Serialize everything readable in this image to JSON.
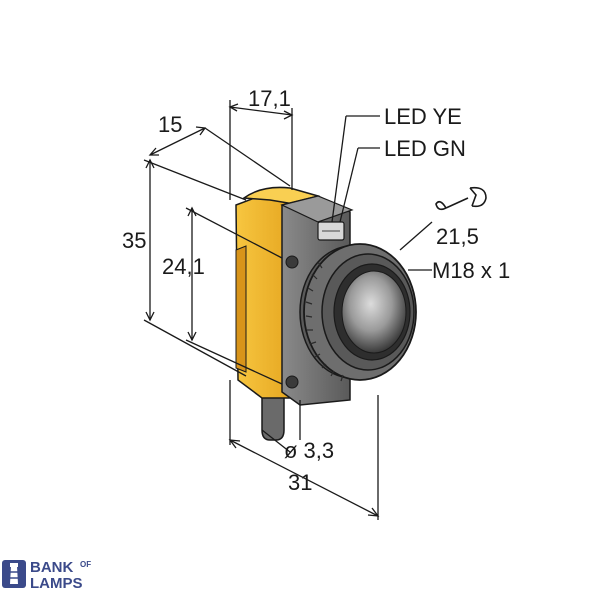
{
  "labels": {
    "led_ye": "LED YE",
    "led_gn": "LED GN",
    "wrench_size": "21,5",
    "thread": "M18 x 1",
    "cable_diameter": "ø 3,3",
    "depth_body": "15",
    "depth_top": "17,1",
    "height_total": "35",
    "height_inner": "24,1",
    "length_total": "31"
  },
  "logo": {
    "line1": "BANK",
    "of": "OF",
    "line2": "LAMPS"
  },
  "colors": {
    "housing_yellow": "#f5b82a",
    "housing_yellow_dark": "#e0a01c",
    "body_gray": "#7a7a7a",
    "body_dark": "#4a4a4a",
    "lens": "#b0b0b0",
    "line": "#1a1a1a",
    "logo_blue": "#3b4a8a"
  },
  "icons": [
    "wrench-icon",
    "lighthouse-icon"
  ]
}
